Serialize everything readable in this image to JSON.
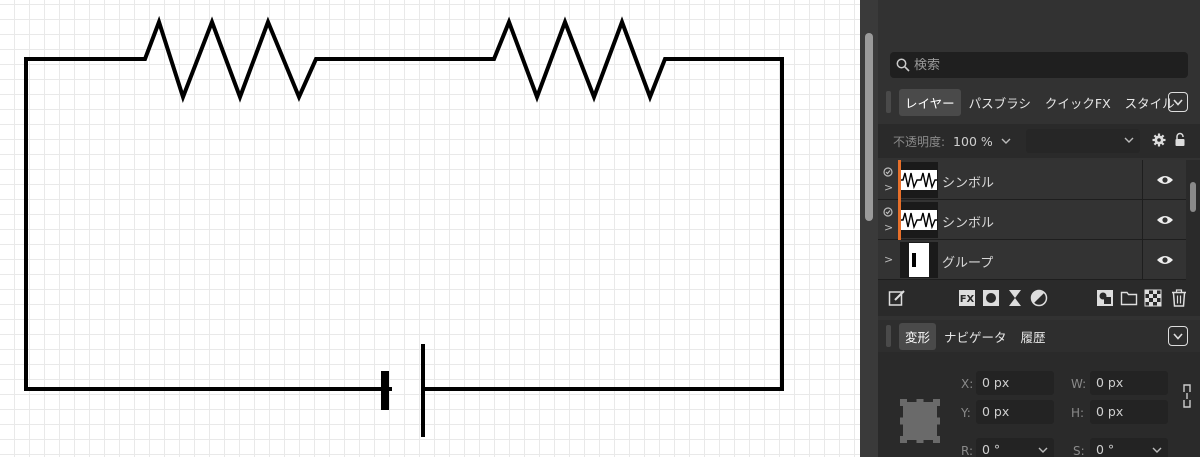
{
  "canvas": {
    "background": "#ffffff",
    "wire_color": "#000000"
  },
  "panel": {
    "search": {
      "placeholder": "検索"
    },
    "layers_tabs": [
      {
        "label": "レイヤー",
        "active": true
      },
      {
        "label": "パスブラシ",
        "active": false
      },
      {
        "label": "クイックFX",
        "active": false
      },
      {
        "label": "スタイル",
        "active": false
      }
    ],
    "opacity": {
      "label": "不透明度:",
      "value": "100 %"
    },
    "layers": [
      {
        "name": "シンボル",
        "thumb": "zigzag",
        "visible": true
      },
      {
        "name": "シンボル",
        "thumb": "zigzag",
        "visible": true
      },
      {
        "name": "グループ",
        "thumb": "battery",
        "visible": true
      }
    ],
    "transform_tabs": [
      {
        "label": "変形",
        "active": true
      },
      {
        "label": "ナビゲータ",
        "active": false
      },
      {
        "label": "履歴",
        "active": false
      }
    ],
    "transform": {
      "x": {
        "label": "X:",
        "value": "0 px"
      },
      "y": {
        "label": "Y:",
        "value": "0 px"
      },
      "w": {
        "label": "W:",
        "value": "0 px"
      },
      "h": {
        "label": "H:",
        "value": "0 px"
      },
      "r": {
        "label": "R:",
        "value": "0 °"
      },
      "s": {
        "label": "S:",
        "value": "0 °"
      }
    },
    "accent_color": "#e8702a"
  }
}
